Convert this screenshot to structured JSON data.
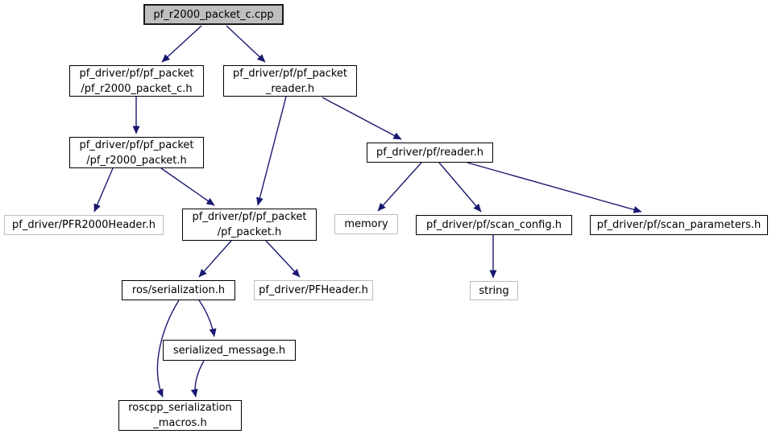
{
  "colors": {
    "background": "#ffffff",
    "edge": "#191970",
    "internal_node_border": "#000000",
    "external_node_border": "#bebebe",
    "root_node_fill": "#bfbfbf",
    "text": "#000000"
  },
  "nodes": [
    {
      "id": "pf_r2000_packet_c_cpp",
      "label": "pf_r2000_packet_c.cpp",
      "kind": "root"
    },
    {
      "id": "pf_r2000_packet_c_h",
      "label": "pf_driver/pf/pf_packet\n/pf_r2000_packet_c.h",
      "kind": "internal"
    },
    {
      "id": "pf_packet_reader_h",
      "label": "pf_driver/pf/pf_packet\n_reader.h",
      "kind": "internal"
    },
    {
      "id": "pf_r2000_packet_h",
      "label": "pf_driver/pf/pf_packet\n/pf_r2000_packet.h",
      "kind": "internal"
    },
    {
      "id": "reader_h",
      "label": "pf_driver/pf/reader.h",
      "kind": "internal"
    },
    {
      "id": "pfr2000header_h",
      "label": "pf_driver/PFR2000Header.h",
      "kind": "external"
    },
    {
      "id": "pf_packet_h",
      "label": "pf_driver/pf/pf_packet\n/pf_packet.h",
      "kind": "internal"
    },
    {
      "id": "memory",
      "label": "memory",
      "kind": "external"
    },
    {
      "id": "scan_config_h",
      "label": "pf_driver/pf/scan_config.h",
      "kind": "internal"
    },
    {
      "id": "scan_parameters_h",
      "label": "pf_driver/pf/scan_parameters.h",
      "kind": "internal"
    },
    {
      "id": "ros_serialization_h",
      "label": "ros/serialization.h",
      "kind": "internal"
    },
    {
      "id": "pfheader_h",
      "label": "pf_driver/PFHeader.h",
      "kind": "external"
    },
    {
      "id": "string",
      "label": "string",
      "kind": "external"
    },
    {
      "id": "serialized_message_h",
      "label": "serialized_message.h",
      "kind": "internal"
    },
    {
      "id": "roscpp_serialization_macros_h",
      "label": "roscpp_serialization\n_macros.h",
      "kind": "internal"
    }
  ],
  "edges": [
    {
      "from": "pf_r2000_packet_c_cpp",
      "to": "pf_r2000_packet_c_h"
    },
    {
      "from": "pf_r2000_packet_c_cpp",
      "to": "pf_packet_reader_h"
    },
    {
      "from": "pf_r2000_packet_c_h",
      "to": "pf_r2000_packet_h"
    },
    {
      "from": "pf_packet_reader_h",
      "to": "pf_packet_h"
    },
    {
      "from": "pf_packet_reader_h",
      "to": "reader_h"
    },
    {
      "from": "pf_r2000_packet_h",
      "to": "pfr2000header_h"
    },
    {
      "from": "pf_r2000_packet_h",
      "to": "pf_packet_h"
    },
    {
      "from": "reader_h",
      "to": "memory"
    },
    {
      "from": "reader_h",
      "to": "scan_config_h"
    },
    {
      "from": "reader_h",
      "to": "scan_parameters_h"
    },
    {
      "from": "pf_packet_h",
      "to": "ros_serialization_h"
    },
    {
      "from": "pf_packet_h",
      "to": "pfheader_h"
    },
    {
      "from": "scan_config_h",
      "to": "string"
    },
    {
      "from": "ros_serialization_h",
      "to": "serialized_message_h"
    },
    {
      "from": "ros_serialization_h",
      "to": "roscpp_serialization_macros_h"
    },
    {
      "from": "serialized_message_h",
      "to": "roscpp_serialization_macros_h"
    }
  ]
}
